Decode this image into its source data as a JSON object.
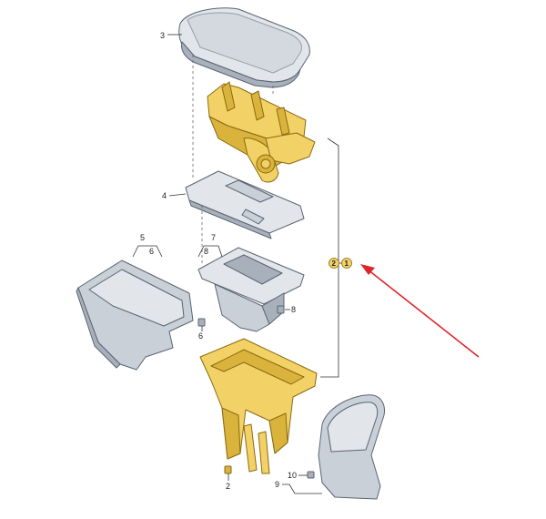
{
  "callouts": {
    "c3": "3",
    "c4": "4",
    "c5": "5",
    "c6a": "6",
    "c6b": "6",
    "c7": "7",
    "c8a": "8",
    "c8b": "8",
    "c9": "9",
    "c10": "10",
    "c2_bottom": "2"
  },
  "badges": {
    "assembly_2": "2",
    "assembly_1": "1"
  },
  "colors": {
    "highlight_yellow": "#f2d266",
    "part_grey": "#c9d0d8",
    "arrow_red": "#e0242b"
  }
}
